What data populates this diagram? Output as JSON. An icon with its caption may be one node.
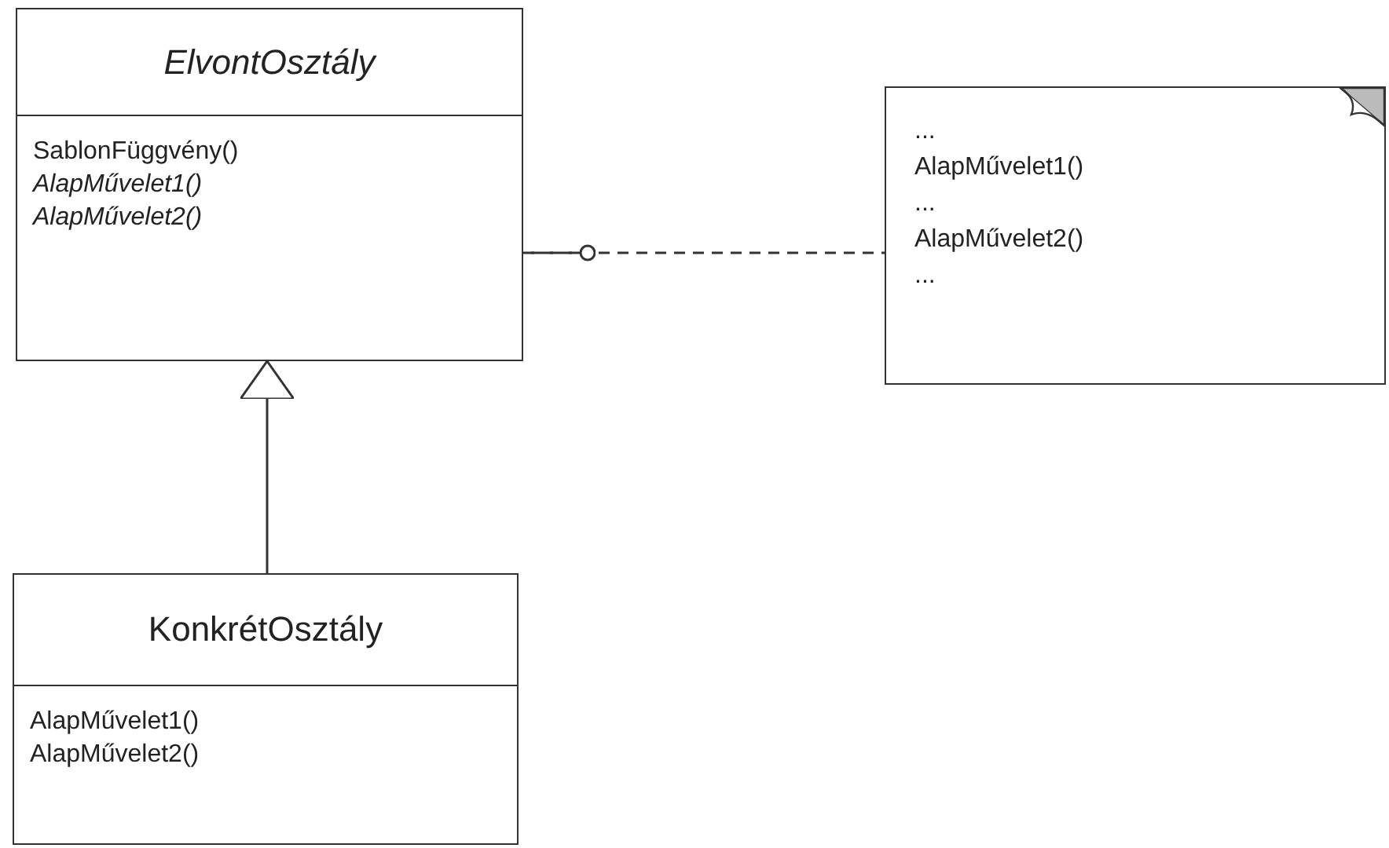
{
  "diagram": {
    "nodes": [
      {
        "text": [
          "ElvontOsztály",
          "SablonFüggvény()",
          "*AlapMűvelet1()*",
          "*AlapMűvelet2()*"
        ]
      },
      {
        "text": [
          "...",
          "AlapMűvelet1()",
          "...",
          "AlapMűvelet2()",
          "..."
        ]
      },
      {
        "text": [
          "KonkrétOsztály",
          "AlapMűvelet1()",
          "AlapMűvelet2()"
        ]
      }
    ],
    "edges": [
      {
        "from": 0,
        "to": 1,
        "arrow": "other",
        "style": "dashed"
      },
      {
        "from": 2,
        "to": 0,
        "arrow": "to"
      }
    ]
  }
}
